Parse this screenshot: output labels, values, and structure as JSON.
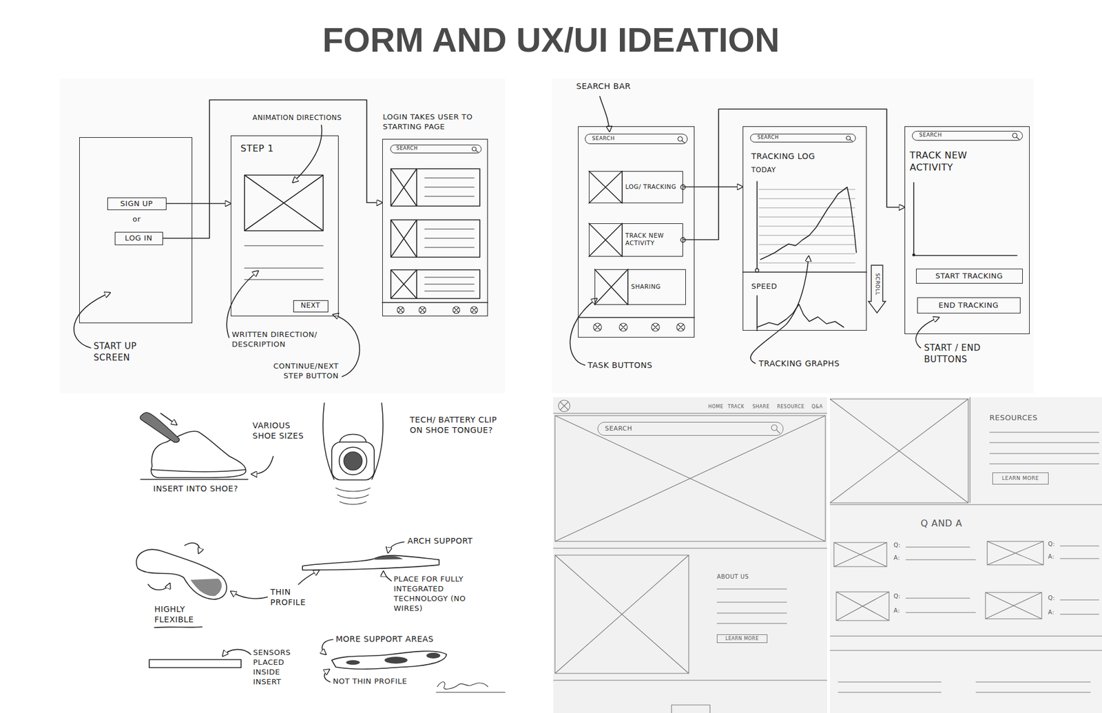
{
  "diagram": {
    "title": "FORM AND UX/UI IDEATION",
    "nodes": [
      {
        "text": [
          "or"
        ]
      },
      {
        "text": [
          "SIGN UP"
        ],
        "in": 0
      },
      {
        "text": [
          "LOG IN"
        ],
        "in": 0
      },
      {
        "text": [
          "STEP 1"
        ]
      },
      {
        "text": [
          "NEXT"
        ],
        "in": 3
      },
      {
        "text": [
          "LOGIN TAKES USER TO STARTING PAGE"
        ]
      },
      {
        "text": [
          "SEARCH"
        ],
        "in": 5
      },
      {
        "text": []
      },
      {
        "text": [
          "SEARCH"
        ],
        "in": 7
      },
      {
        "text": [
          "LOG/ TRACKING"
        ],
        "in": 7
      },
      {
        "text": [
          "TRACK NEW ACTIVITY"
        ],
        "in": 7
      },
      {
        "text": [
          "SHARING"
        ],
        "in": 7
      },
      {
        "text": [
          "TRACKING LOG",
          "TODAY",
          "SPEED"
        ]
      },
      {
        "text": [
          "SEARCH"
        ],
        "in": 12
      },
      {
        "text": [
          "TRACK NEW ACTIVITY"
        ]
      },
      {
        "text": [
          "SEARCH"
        ],
        "in": 14
      },
      {
        "text": [
          "START TRACKING"
        ],
        "in": 14
      },
      {
        "text": [
          "END TRACKING"
        ],
        "in": 14
      },
      {
        "text": [
          "SEARCH"
        ]
      },
      {
        "text": [
          "LEARN MORE"
        ]
      },
      {
        "text": [
          "LEARN MORE"
        ]
      }
    ],
    "edges": [
      {
        "from": 1,
        "to": 3,
        "arrow": "to"
      },
      {
        "from": 2,
        "to": 5,
        "arrow": "to"
      },
      {
        "from": 9,
        "to": 12,
        "arrow": "to"
      },
      {
        "from": 10,
        "to": 14,
        "arrow": "to"
      }
    ],
    "labels": [
      "ANIMATION DIRECTIONS",
      "START UP SCREEN",
      "WRITTEN DIRECTION/ DESCRIPTION",
      "CONTINUE/NEXT STEP BUTTON",
      "SEARCH BAR",
      "SCROLL",
      "TASK BUTTONS",
      "TRACKING GRAPHS",
      "START / END BUTTONS",
      "VARIOUS SHOE SIZES",
      "INSERT INTO SHOE?",
      "TECH/ BATTERY CLIP ON SHOE TONGUE?",
      "ARCH SUPPORT",
      "HIGHLY FLEXIBLE",
      "THIN PROFILE",
      "PLACE FOR FULLY INTEGRATED TECHNOLOGY (NO WIRES)",
      "MORE SUPPORT AREAS",
      "SENSORS PLACED INSIDE INSERT",
      "NOT THIN PROFILE",
      "HOME",
      "TRACK",
      "SHARE",
      "RESOURCE",
      "Q&A",
      "RESOURCES",
      "ABOUT US",
      "Q AND A",
      "Q:",
      "A:",
      "Q:",
      "A:",
      "Q:",
      "A:",
      "Q:",
      "A:"
    ]
  }
}
